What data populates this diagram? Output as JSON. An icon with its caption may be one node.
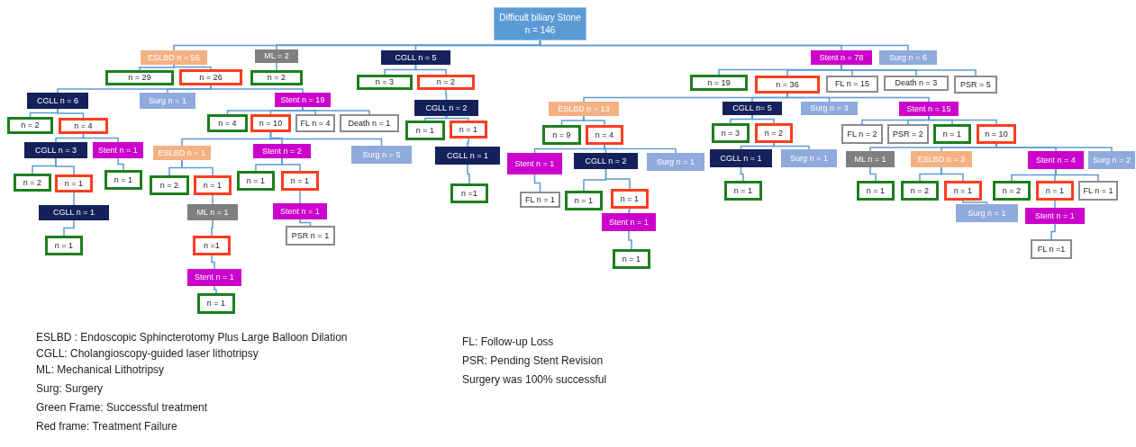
{
  "diagram": {
    "nodes": [
      {
        "text": [
          "Difficult biliary Stone",
          "n = 146"
        ]
      },
      {
        "text": [
          "ESLBD n = 55"
        ]
      },
      {
        "text": [
          "ML = 2"
        ]
      },
      {
        "text": [
          "CGLL n = 5"
        ]
      },
      {
        "text": [
          "Stent n = 78"
        ]
      },
      {
        "text": [
          "Surg n = 6"
        ]
      },
      {
        "text": [
          "n = 29"
        ]
      },
      {
        "text": [
          "n = 26"
        ]
      },
      {
        "text": [
          "n = 2"
        ]
      },
      {
        "text": [
          "n = 3"
        ]
      },
      {
        "text": [
          "n = 2"
        ]
      },
      {
        "text": [
          "n = 19"
        ]
      },
      {
        "text": [
          "n = 36"
        ]
      },
      {
        "text": [
          "FL n = 15"
        ]
      },
      {
        "text": [
          "Death n = 3"
        ]
      },
      {
        "text": [
          "PSR = 5"
        ]
      },
      {
        "text": [
          "CGLL n = 6"
        ]
      },
      {
        "text": [
          "Surg n = 1"
        ]
      },
      {
        "text": [
          "Stent n = 19"
        ]
      },
      {
        "text": [
          "n = 2"
        ]
      },
      {
        "text": [
          "n = 4"
        ]
      },
      {
        "text": [
          "CGLL n = 3"
        ]
      },
      {
        "text": [
          "Stent n = 1"
        ]
      },
      {
        "text": [
          "n = 2"
        ]
      },
      {
        "text": [
          "n = 1"
        ]
      },
      {
        "text": [
          "n = 1"
        ]
      },
      {
        "text": [
          "CGLL n = 1"
        ]
      },
      {
        "text": [
          "n = 1"
        ]
      },
      {
        "text": [
          "n = 4"
        ]
      },
      {
        "text": [
          "n = 10"
        ]
      },
      {
        "text": [
          "FL n = 4"
        ]
      },
      {
        "text": [
          "Death n = 1"
        ]
      },
      {
        "text": [
          "ESLBD n = 1"
        ]
      },
      {
        "text": [
          "Stent n = 2"
        ]
      },
      {
        "text": [
          "Surg n = 5"
        ]
      },
      {
        "text": [
          "n = 2"
        ]
      },
      {
        "text": [
          "n = 1"
        ]
      },
      {
        "text": [
          "ML n = 1"
        ]
      },
      {
        "text": [
          "n =1"
        ]
      },
      {
        "text": [
          "Stent n = 1"
        ]
      },
      {
        "text": [
          "n = 1"
        ]
      },
      {
        "text": [
          "n = 1"
        ]
      },
      {
        "text": [
          "n = 1"
        ]
      },
      {
        "text": [
          "Stent n = 1"
        ]
      },
      {
        "text": [
          "PSR n = 1"
        ]
      },
      {
        "text": [
          "CGLL n = 2"
        ]
      },
      {
        "text": [
          "n = 1"
        ]
      },
      {
        "text": [
          "n = 1"
        ]
      },
      {
        "text": [
          "CGLL n = 1"
        ]
      },
      {
        "text": [
          "n =1"
        ]
      },
      {
        "text": [
          "ESLBD n = 13"
        ]
      },
      {
        "text": [
          "CGLL n= 5"
        ]
      },
      {
        "text": [
          "Surg n = 3"
        ]
      },
      {
        "text": [
          "Stent n = 15"
        ]
      },
      {
        "text": [
          "n = 9"
        ]
      },
      {
        "text": [
          "n = 4"
        ]
      },
      {
        "text": [
          "Stent n = 1"
        ]
      },
      {
        "text": [
          "CGLL n = 2"
        ]
      },
      {
        "text": [
          "Surg n = 1"
        ]
      },
      {
        "text": [
          "FL n = 1"
        ]
      },
      {
        "text": [
          "n = 1"
        ]
      },
      {
        "text": [
          "n = 1"
        ]
      },
      {
        "text": [
          "Stent n = 1"
        ]
      },
      {
        "text": [
          "n = 1"
        ]
      },
      {
        "text": [
          "n = 3"
        ]
      },
      {
        "text": [
          "n = 2"
        ]
      },
      {
        "text": [
          "CGLL n = 1"
        ]
      },
      {
        "text": [
          "Surg n = 1"
        ]
      },
      {
        "text": [
          "n = 1"
        ]
      },
      {
        "text": [
          "FL n = 2"
        ]
      },
      {
        "text": [
          "PSR = 2"
        ]
      },
      {
        "text": [
          "n = 1"
        ]
      },
      {
        "text": [
          "n = 10"
        ]
      },
      {
        "text": [
          "ML n = 1"
        ]
      },
      {
        "text": [
          "ESLBD n = 3"
        ]
      },
      {
        "text": [
          "Stent n = 4"
        ]
      },
      {
        "text": [
          "Surg n = 2"
        ]
      },
      {
        "text": [
          "n = 1"
        ]
      },
      {
        "text": [
          "n = 2"
        ]
      },
      {
        "text": [
          "n = 1"
        ]
      },
      {
        "text": [
          "Surg n = 1"
        ]
      },
      {
        "text": [
          "n = 2"
        ]
      },
      {
        "text": [
          "n = 1"
        ]
      },
      {
        "text": [
          "FL n = 1"
        ]
      },
      {
        "text": [
          "Stent n = 1"
        ]
      },
      {
        "text": [
          "FL n =1"
        ]
      }
    ],
    "edges": [
      {
        "from": 0,
        "to": 1,
        "arrow": "none"
      },
      {
        "from": 0,
        "to": 2,
        "arrow": "none"
      },
      {
        "from": 0,
        "to": 3,
        "arrow": "none"
      },
      {
        "from": 0,
        "to": 4,
        "arrow": "none"
      },
      {
        "from": 0,
        "to": 5,
        "arrow": "none"
      },
      {
        "from": 1,
        "to": 6,
        "arrow": "none"
      },
      {
        "from": 1,
        "to": 7,
        "arrow": "none"
      },
      {
        "from": 2,
        "to": 8,
        "arrow": "none"
      },
      {
        "from": 3,
        "to": 9,
        "arrow": "none"
      },
      {
        "from": 3,
        "to": 10,
        "arrow": "none"
      },
      {
        "from": 4,
        "to": 11,
        "arrow": "none"
      },
      {
        "from": 4,
        "to": 12,
        "arrow": "none"
      },
      {
        "from": 4,
        "to": 13,
        "arrow": "none"
      },
      {
        "from": 4,
        "to": 14,
        "arrow": "none"
      },
      {
        "from": 4,
        "to": 15,
        "arrow": "none"
      },
      {
        "from": 7,
        "to": 16,
        "arrow": "none"
      },
      {
        "from": 7,
        "to": 17,
        "arrow": "none"
      },
      {
        "from": 7,
        "to": 18,
        "arrow": "none"
      },
      {
        "from": 16,
        "to": 19,
        "arrow": "none"
      },
      {
        "from": 16,
        "to": 20,
        "arrow": "none"
      },
      {
        "from": 20,
        "to": 21,
        "arrow": "none"
      },
      {
        "from": 20,
        "to": 22,
        "arrow": "none"
      },
      {
        "from": 21,
        "to": 23,
        "arrow": "none"
      },
      {
        "from": 21,
        "to": 24,
        "arrow": "none"
      },
      {
        "from": 22,
        "to": 25,
        "arrow": "none"
      },
      {
        "from": 24,
        "to": 26,
        "arrow": "none"
      },
      {
        "from": 26,
        "to": 27,
        "arrow": "none"
      },
      {
        "from": 18,
        "to": 28,
        "arrow": "none"
      },
      {
        "from": 18,
        "to": 29,
        "arrow": "none"
      },
      {
        "from": 18,
        "to": 30,
        "arrow": "none"
      },
      {
        "from": 18,
        "to": 31,
        "arrow": "none"
      },
      {
        "from": 29,
        "to": 32,
        "arrow": "none"
      },
      {
        "from": 29,
        "to": 33,
        "arrow": "none"
      },
      {
        "from": 29,
        "to": 34,
        "arrow": "none"
      },
      {
        "from": 32,
        "to": 35,
        "arrow": "none"
      },
      {
        "from": 32,
        "to": 36,
        "arrow": "none"
      },
      {
        "from": 36,
        "to": 37,
        "arrow": "none"
      },
      {
        "from": 37,
        "to": 38,
        "arrow": "none"
      },
      {
        "from": 38,
        "to": 39,
        "arrow": "none"
      },
      {
        "from": 39,
        "to": 40,
        "arrow": "none"
      },
      {
        "from": 33,
        "to": 41,
        "arrow": "none"
      },
      {
        "from": 33,
        "to": 42,
        "arrow": "none"
      },
      {
        "from": 42,
        "to": 43,
        "arrow": "none"
      },
      {
        "from": 43,
        "to": 44,
        "arrow": "none"
      },
      {
        "from": 10,
        "to": 45,
        "arrow": "none"
      },
      {
        "from": 45,
        "to": 46,
        "arrow": "none"
      },
      {
        "from": 45,
        "to": 47,
        "arrow": "none"
      },
      {
        "from": 47,
        "to": 48,
        "arrow": "none"
      },
      {
        "from": 48,
        "to": 49,
        "arrow": "none"
      },
      {
        "from": 12,
        "to": 50,
        "arrow": "none"
      },
      {
        "from": 12,
        "to": 51,
        "arrow": "none"
      },
      {
        "from": 12,
        "to": 52,
        "arrow": "none"
      },
      {
        "from": 12,
        "to": 53,
        "arrow": "none"
      },
      {
        "from": 50,
        "to": 54,
        "arrow": "none"
      },
      {
        "from": 50,
        "to": 55,
        "arrow": "none"
      },
      {
        "from": 55,
        "to": 56,
        "arrow": "none"
      },
      {
        "from": 55,
        "to": 57,
        "arrow": "none"
      },
      {
        "from": 55,
        "to": 58,
        "arrow": "none"
      },
      {
        "from": 56,
        "to": 59,
        "arrow": "none"
      },
      {
        "from": 57,
        "to": 60,
        "arrow": "none"
      },
      {
        "from": 57,
        "to": 61,
        "arrow": "none"
      },
      {
        "from": 61,
        "to": 62,
        "arrow": "none"
      },
      {
        "from": 62,
        "to": 63,
        "arrow": "none"
      },
      {
        "from": 51,
        "to": 64,
        "arrow": "none"
      },
      {
        "from": 51,
        "to": 65,
        "arrow": "none"
      },
      {
        "from": 65,
        "to": 66,
        "arrow": "none"
      },
      {
        "from": 65,
        "to": 67,
        "arrow": "none"
      },
      {
        "from": 66,
        "to": 68,
        "arrow": "none"
      },
      {
        "from": 53,
        "to": 69,
        "arrow": "none"
      },
      {
        "from": 53,
        "to": 70,
        "arrow": "none"
      },
      {
        "from": 53,
        "to": 71,
        "arrow": "none"
      },
      {
        "from": 53,
        "to": 72,
        "arrow": "none"
      },
      {
        "from": 72,
        "to": 73,
        "arrow": "none"
      },
      {
        "from": 72,
        "to": 74,
        "arrow": "none"
      },
      {
        "from": 72,
        "to": 75,
        "arrow": "none"
      },
      {
        "from": 72,
        "to": 76,
        "arrow": "none"
      },
      {
        "from": 73,
        "to": 77,
        "arrow": "none"
      },
      {
        "from": 74,
        "to": 78,
        "arrow": "none"
      },
      {
        "from": 74,
        "to": 79,
        "arrow": "none"
      },
      {
        "from": 79,
        "to": 80,
        "arrow": "none"
      },
      {
        "from": 75,
        "to": 81,
        "arrow": "none"
      },
      {
        "from": 75,
        "to": 82,
        "arrow": "none"
      },
      {
        "from": 75,
        "to": 83,
        "arrow": "none"
      },
      {
        "from": 82,
        "to": 84,
        "arrow": "none"
      },
      {
        "from": 84,
        "to": 85,
        "arrow": "none"
      }
    ],
    "labels": [
      "ESLBD : Endoscopic Sphincterotomy Plus Large Balloon Dilation",
      "CGLL: Cholangioscopy-guided laser lithotripsy",
      "ML: Mechanical Lithotripsy",
      "Surg: Surgery",
      "Green Frame: Successful treatment",
      "Red frame: Treatment Failure",
      "FL: Follow-up Loss",
      "PSR: Pending Stent Revision",
      "Surgery was 100% successful"
    ]
  }
}
